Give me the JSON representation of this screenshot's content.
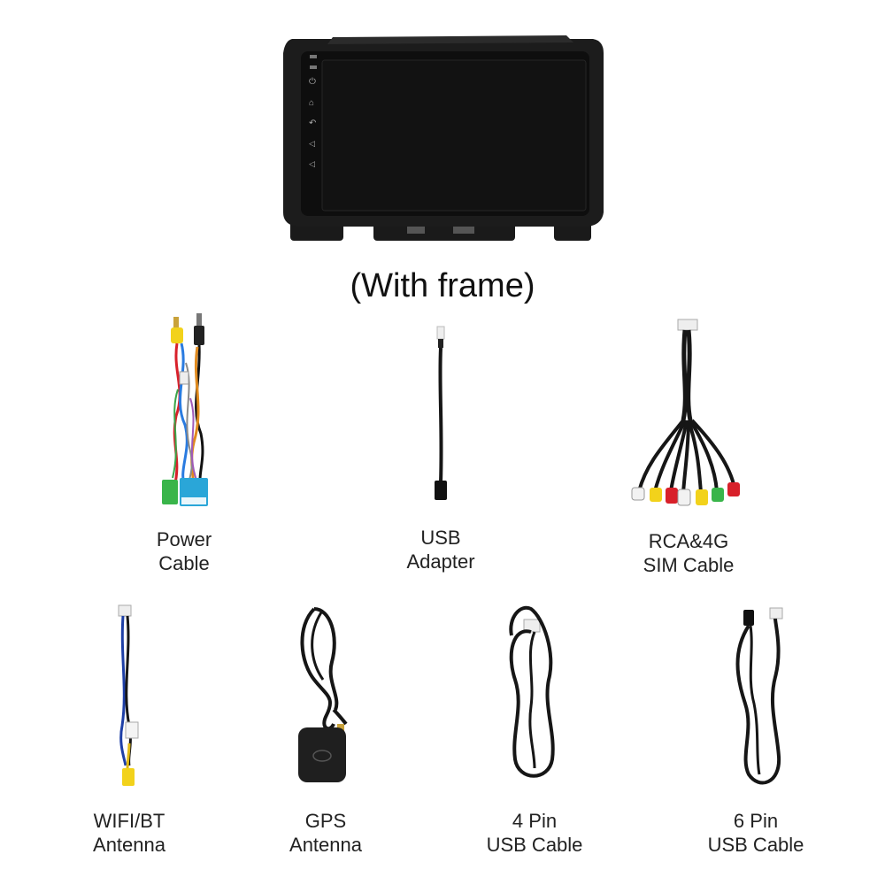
{
  "main_unit": {
    "caption": "(With frame)"
  },
  "accessories": [
    {
      "label": "Power\nCable"
    },
    {
      "label": "USB\nAdapter"
    },
    {
      "label": "RCA&4G\nSIM Cable"
    },
    {
      "label": "WIFI/BT\nAntenna"
    },
    {
      "label": "GPS\nAntenna"
    },
    {
      "label": "4 Pin\nUSB Cable"
    },
    {
      "label": "6 Pin\nUSB Cable"
    }
  ],
  "colors": {
    "bezel": "#1c1c1c",
    "screen": "#121212",
    "cable": "#161616",
    "rca_red": "#d8202a",
    "rca_yellow": "#f2d21b",
    "rca_white": "#f2f2f2",
    "connector_green": "#39b54a",
    "connector_blue": "#2aa6d8"
  }
}
